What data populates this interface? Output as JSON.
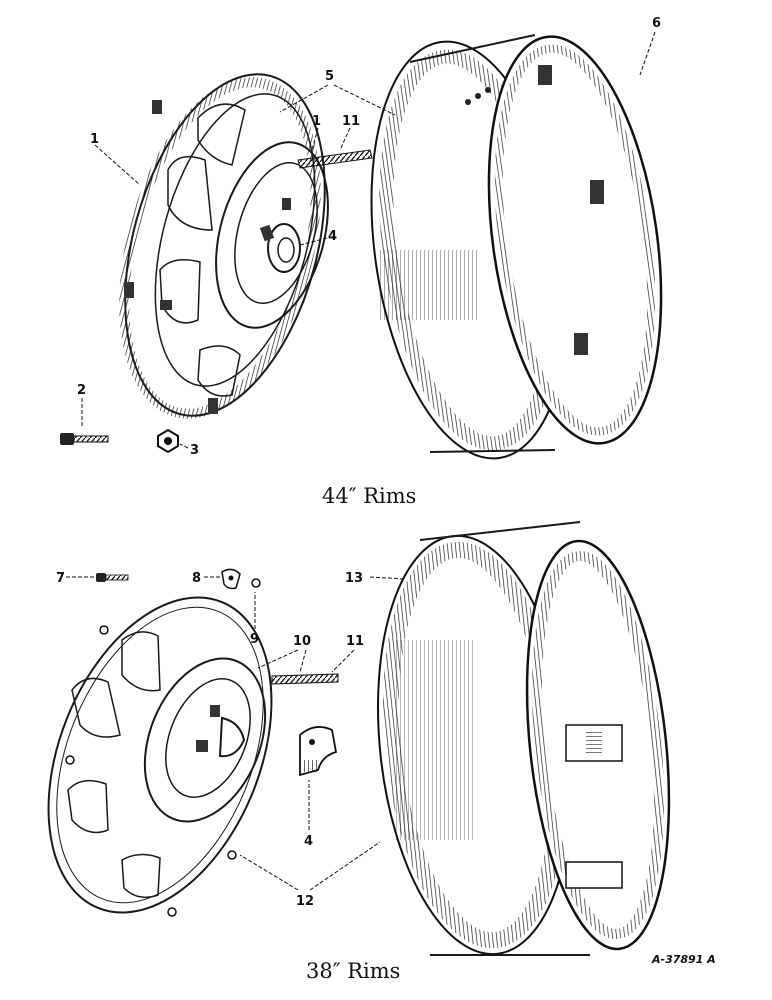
{
  "captions": {
    "top": "44″ Rims",
    "bottom": "38″ Rims"
  },
  "figure_code": "A-37891 A",
  "callouts": {
    "top": {
      "c1_left": "1",
      "c5": "5",
      "c1_mid": "1",
      "c11": "11",
      "c6": "6",
      "c4": "4",
      "c2": "2",
      "c3": "3"
    },
    "bottom": {
      "c7": "7",
      "c8": "8",
      "c9": "9",
      "c13": "13",
      "c10": "10",
      "c11": "11",
      "c4": "4",
      "c12": "12"
    }
  },
  "colors": {
    "ink": "#1a1a1a",
    "paper": "#ffffff"
  }
}
